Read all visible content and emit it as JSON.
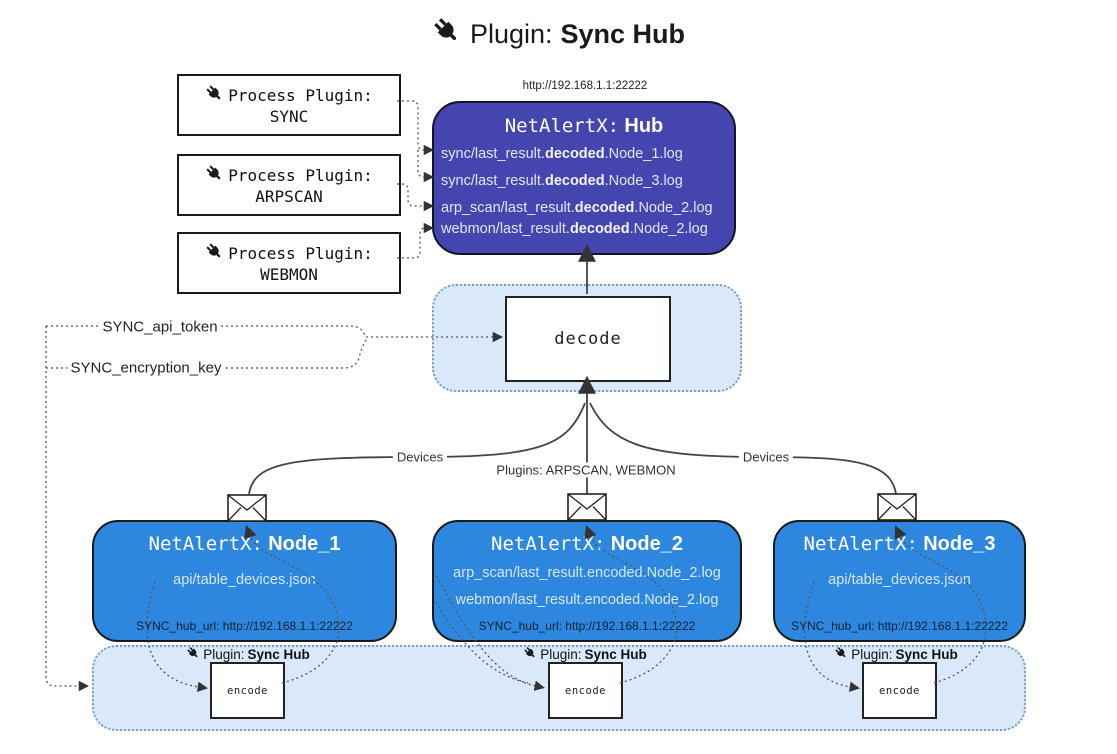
{
  "title": {
    "prefix": "Plugin:",
    "name": "Sync Hub"
  },
  "process_plugins": [
    {
      "label": "Process Plugin:",
      "name": "SYNC"
    },
    {
      "label": "Process Plugin:",
      "name": "ARPSCAN"
    },
    {
      "label": "Process Plugin:",
      "name": "WEBMON"
    }
  ],
  "hub": {
    "url": "http://192.168.1.1:22222",
    "title_prefix": "NetAlertX:",
    "title_name": "Hub",
    "logs": [
      {
        "pre": "sync/last_result.",
        "bold": "decoded",
        "post": ".Node_1.log"
      },
      {
        "pre": "sync/last_result.",
        "bold": "decoded",
        "post": ".Node_3.log"
      },
      {
        "pre": "arp_scan/last_result.",
        "bold": "decoded",
        "post": ".Node_2.log"
      },
      {
        "pre": "webmon/last_result.",
        "bold": "decoded",
        "post": ".Node_2.log"
      }
    ]
  },
  "decode": {
    "label": "decode"
  },
  "secrets": {
    "api_token": "SYNC_api_token",
    "encryption_key": "SYNC_encryption_key"
  },
  "edge_labels": {
    "left": "Devices",
    "center": "Plugins: ARPSCAN, WEBMON",
    "right": "Devices"
  },
  "nodes": [
    {
      "title_prefix": "NetAlertX:",
      "title_name": "Node_1",
      "files": [
        "api/table_devices.json"
      ],
      "hub_url": "SYNC_hub_url: http://192.168.1.1:22222"
    },
    {
      "title_prefix": "NetAlertX:",
      "title_name": "Node_2",
      "files": [
        "arp_scan/last_result.encoded.Node_2.log",
        "webmon/last_result.encoded.Node_2.log"
      ],
      "hub_url": "SYNC_hub_url: http://192.168.1.1:22222"
    },
    {
      "title_prefix": "NetAlertX:",
      "title_name": "Node_3",
      "files": [
        "api/table_devices.json"
      ],
      "hub_url": "SYNC_hub_url: http://192.168.1.1:22222"
    }
  ],
  "encoders": [
    {
      "label_prefix": "Plugin:",
      "label_name": "Sync Hub",
      "box_label": "encode"
    },
    {
      "label_prefix": "Plugin:",
      "label_name": "Sync Hub",
      "box_label": "encode"
    },
    {
      "label_prefix": "Plugin:",
      "label_name": "Sync Hub",
      "box_label": "encode"
    }
  ],
  "colors": {
    "hub_fill": "#4545b0",
    "node_fill": "#2e87de",
    "band_fill": "#d9e9f9",
    "band_border": "#7d9cbc",
    "line": "#444444"
  }
}
